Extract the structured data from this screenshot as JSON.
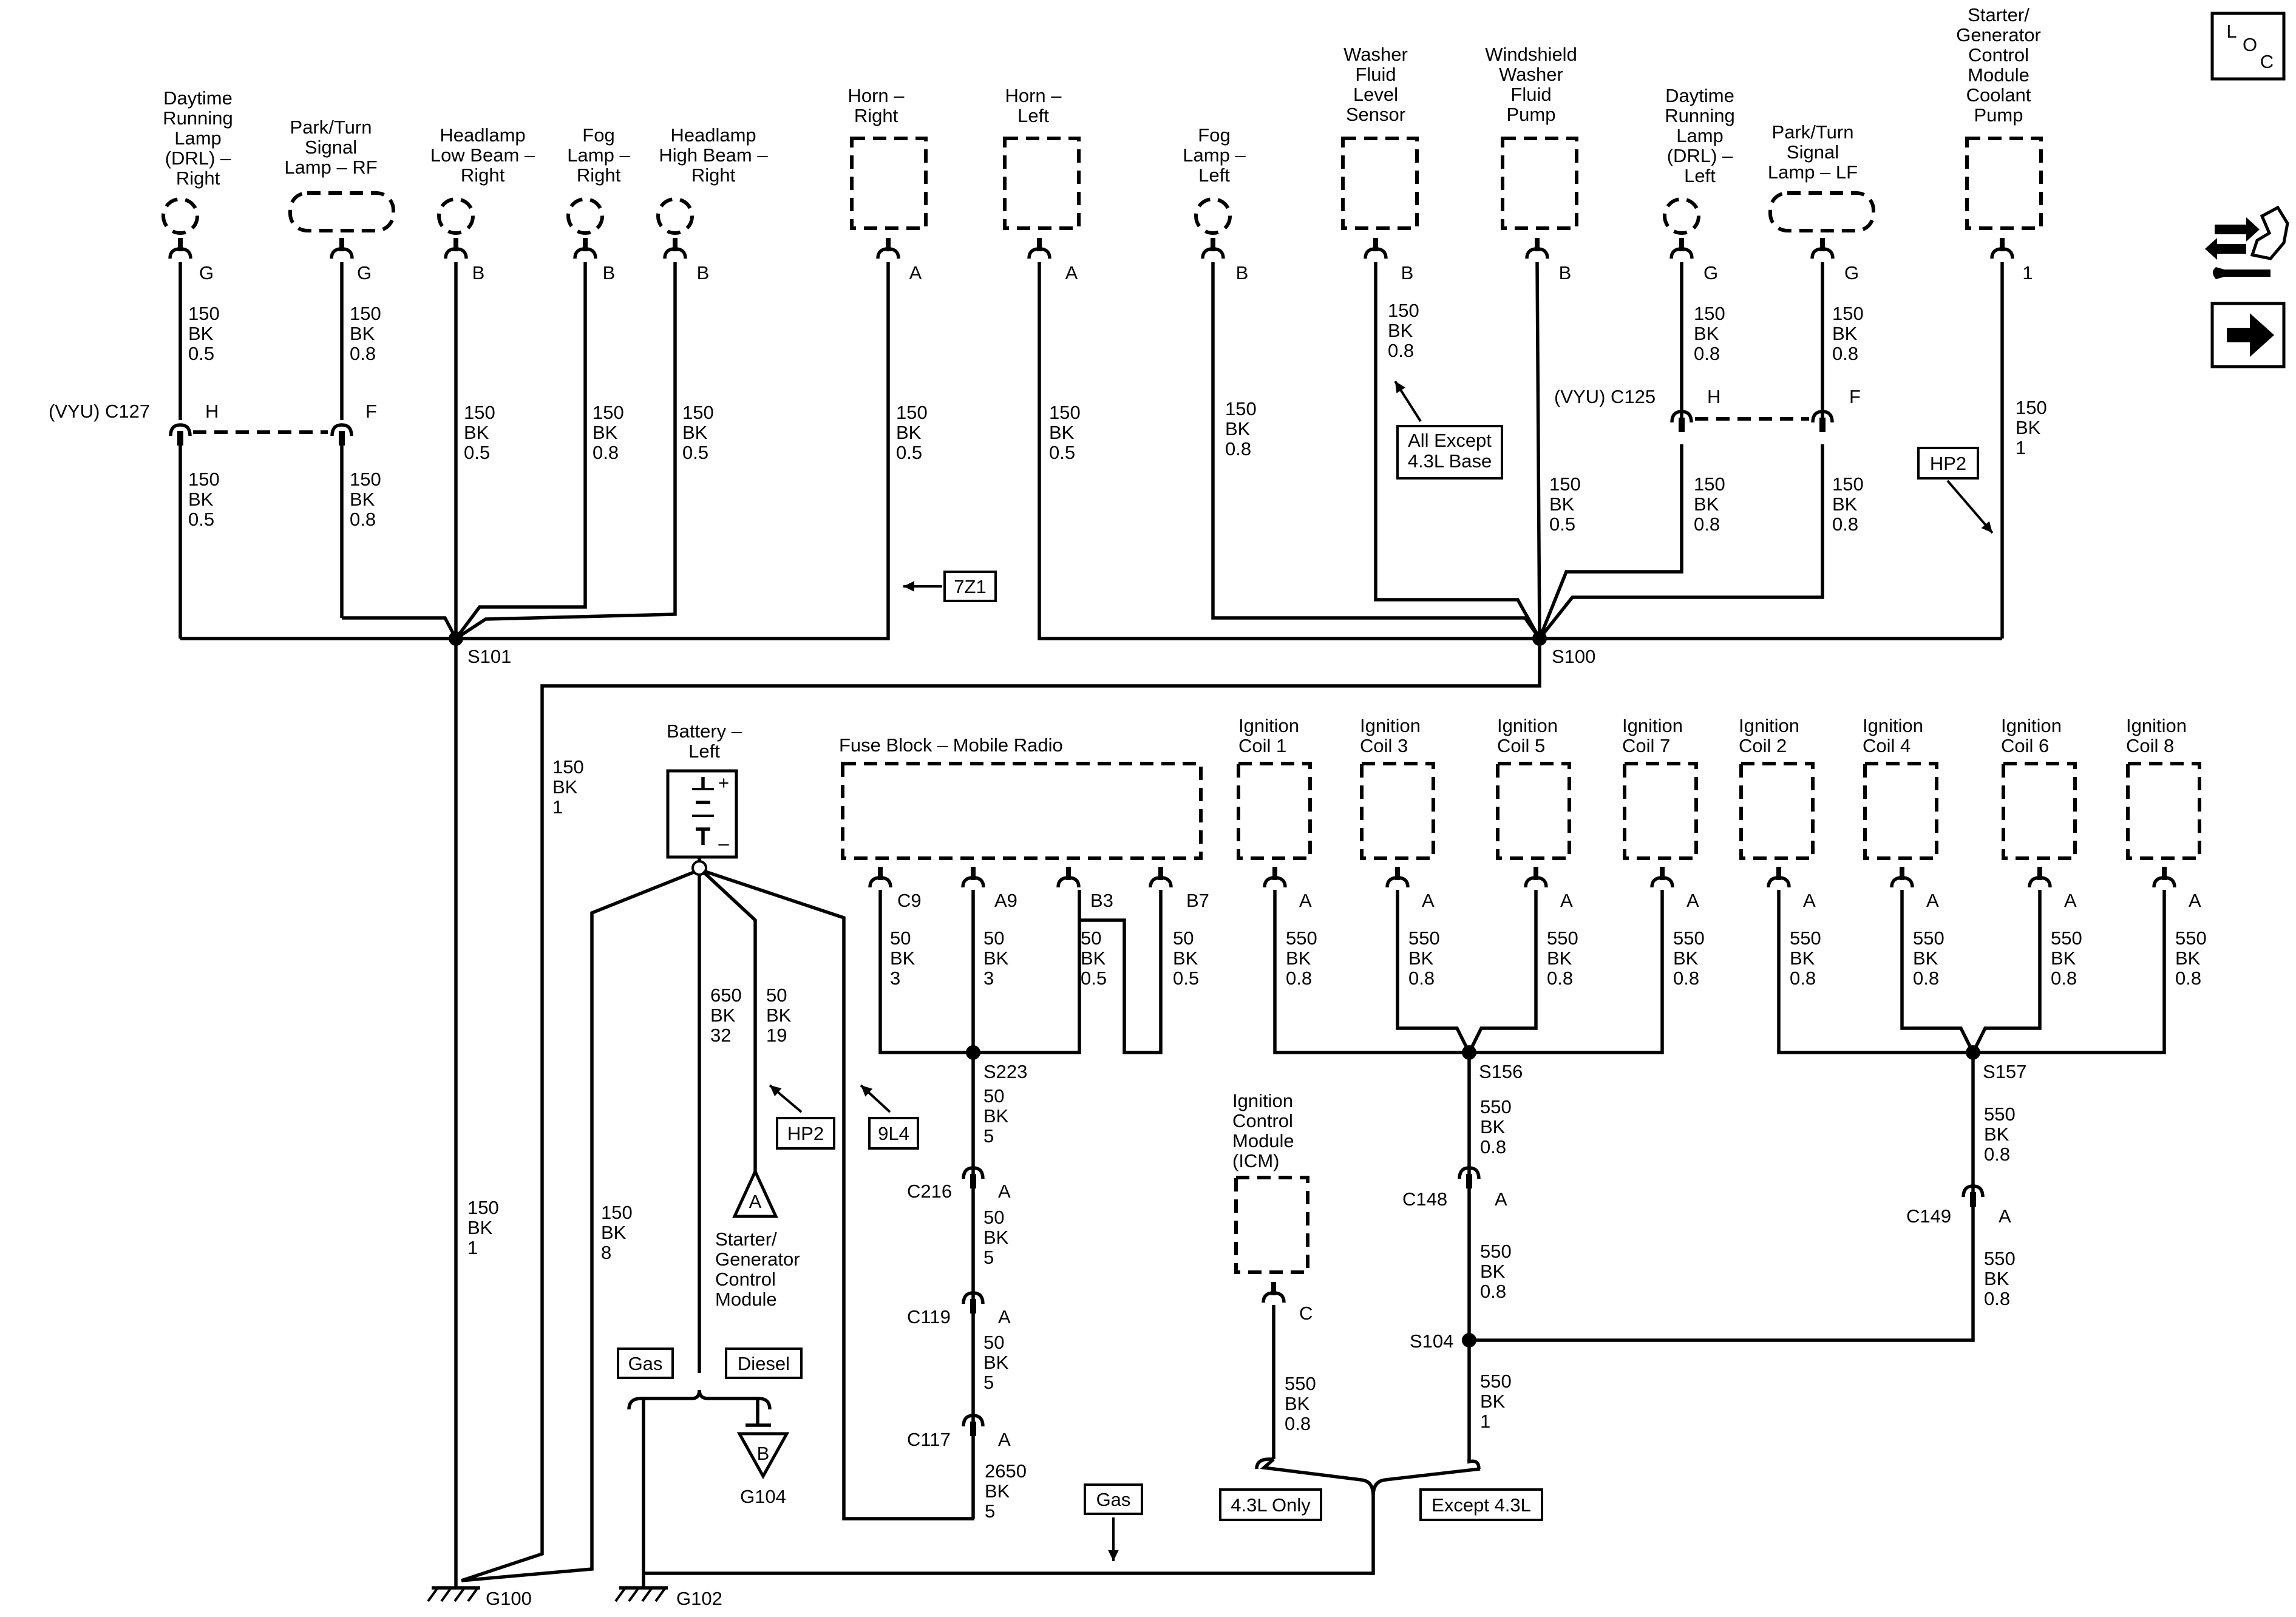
{
  "loc_icon": {
    "letters": [
      "L",
      "O",
      "C"
    ]
  },
  "side_icons": [
    "connector-tool-icon",
    "next-page-arrow-icon"
  ],
  "top_components": [
    {
      "label": [
        "Daytime",
        "Running",
        "Lamp",
        "(DRL) –",
        "Right"
      ],
      "pin": "G",
      "wire_top": [
        "150",
        "BK",
        "0.5"
      ],
      "wire_bottom": [
        "150",
        "BK",
        "0.5"
      ]
    },
    {
      "label": [
        "Park/Turn",
        "Signal",
        "Lamp – RF"
      ],
      "pin": "G",
      "wire_top": [
        "150",
        "BK",
        "0.8"
      ],
      "wire_bottom": [
        "150",
        "BK",
        "0.8"
      ]
    },
    {
      "label": [
        "Headlamp",
        "Low Beam –",
        "Right"
      ],
      "pin": "B",
      "wire": [
        "150",
        "BK",
        "0.5"
      ]
    },
    {
      "label": [
        "Fog",
        "Lamp –",
        "Right"
      ],
      "pin": "B",
      "wire": [
        "150",
        "BK",
        "0.8"
      ]
    },
    {
      "label": [
        "Headlamp",
        "High Beam –",
        "Right"
      ],
      "pin": "B",
      "wire": [
        "150",
        "BK",
        "0.5"
      ]
    },
    {
      "label": [
        "Horn –",
        "Right"
      ],
      "pin": "A",
      "wire": [
        "150",
        "BK",
        "0.5"
      ]
    },
    {
      "label": [
        "Horn –",
        "Left"
      ],
      "pin": "A",
      "wire": [
        "150",
        "BK",
        "0.5"
      ]
    },
    {
      "label": [
        "Fog",
        "Lamp –",
        "Left"
      ],
      "pin": "B",
      "wire": [
        "150",
        "BK",
        "0.8"
      ]
    },
    {
      "label": [
        "Washer",
        "Fluid",
        "Level",
        "Sensor"
      ],
      "pin": "B",
      "wire": [
        "150",
        "BK",
        "0.8"
      ]
    },
    {
      "label": [
        "Windshield",
        "Washer",
        "Fluid",
        "Pump"
      ],
      "pin": "B",
      "wire": [
        "150",
        "BK",
        "0.5"
      ]
    },
    {
      "label": [
        "Daytime",
        "Running",
        "Lamp",
        "(DRL) –",
        "Left"
      ],
      "pin": "G",
      "wire_top": [
        "150",
        "BK",
        "0.8"
      ],
      "wire_bottom": [
        "150",
        "BK",
        "0.8"
      ]
    },
    {
      "label": [
        "Park/Turn",
        "Signal",
        "Lamp – LF"
      ],
      "pin": "G",
      "wire_top": [
        "150",
        "BK",
        "0.8"
      ],
      "wire_bottom": [
        "150",
        "BK",
        "0.8"
      ]
    },
    {
      "label": [
        "Starter/",
        "Generator",
        "Control",
        "Module",
        "Coolant",
        "Pump"
      ],
      "pin": "1",
      "wire": [
        "150",
        "BK",
        "1"
      ]
    }
  ],
  "connectors": {
    "c127": {
      "label": "(VYU) C127",
      "pins": [
        "H",
        "F"
      ]
    },
    "c125": {
      "label": "(VYU) C125",
      "pins": [
        "H",
        "F"
      ]
    },
    "c216": {
      "label": "C216",
      "pin": "A"
    },
    "c119": {
      "label": "C119",
      "pin": "A"
    },
    "c117": {
      "label": "C117",
      "pin": "A"
    },
    "c148": {
      "label": "C148",
      "pin": "A"
    },
    "c149": {
      "label": "C149",
      "pin": "A"
    }
  },
  "splices": {
    "s101": "S101",
    "s100": "S100",
    "s223": "S223",
    "s156": "S156",
    "s157": "S157",
    "s104": "S104"
  },
  "grounds": {
    "g100": "G100",
    "g102": "G102",
    "g104": "G104"
  },
  "boxed_labels": {
    "all_except": [
      "All Except",
      "4.3L Base"
    ],
    "ref_7z1": "7Z1",
    "ref_hp2_top": "HP2",
    "ref_hp2_low": "HP2",
    "ref_9l4": "9L4",
    "gas_1": "Gas",
    "diesel": "Diesel",
    "gas_2": "Gas",
    "only_43": "4.3L Only",
    "except_43": "Except 4.3L"
  },
  "wires": {
    "s101_g100": [
      "150",
      "BK",
      "1"
    ],
    "s100_g100": [
      "150",
      "BK",
      "1"
    ],
    "batt_g100": [
      "150",
      "BK",
      "8"
    ],
    "batt_gas_diesel": [
      "650",
      "BK",
      "32"
    ],
    "batt_starter": [
      "50",
      "BK",
      "19"
    ],
    "s223_c216": [
      "50",
      "BK",
      "5"
    ],
    "c216_c119": [
      "50",
      "BK",
      "5"
    ],
    "c119_c117": [
      "50",
      "BK",
      "5"
    ],
    "c117_down": [
      "2650",
      "BK",
      "5"
    ],
    "s156_c148": [
      "550",
      "BK",
      "0.8"
    ],
    "c148_s104": [
      "550",
      "BK",
      "0.8"
    ],
    "s157_c149": [
      "550",
      "BK",
      "0.8"
    ],
    "c149_s104": [
      "550",
      "BK",
      "0.8"
    ],
    "s104_down": [
      "550",
      "BK",
      "1"
    ],
    "icm_down": [
      "550",
      "BK",
      "0.8"
    ]
  },
  "battery": {
    "label": [
      "Battery –",
      "Left"
    ],
    "plus": "+",
    "minus": "–"
  },
  "starter_module": {
    "letter": "A",
    "label": [
      "Starter/",
      "Generator",
      "Control",
      "Module"
    ]
  },
  "g104_letter": "B",
  "fuse_block": {
    "label": "Fuse Block – Mobile Radio",
    "pins": [
      {
        "pin": "C9",
        "wire": [
          "50",
          "BK",
          "3"
        ]
      },
      {
        "pin": "A9",
        "wire": [
          "50",
          "BK",
          "3"
        ]
      },
      {
        "pin": "B3",
        "wire": [
          "50",
          "BK",
          "0.5"
        ]
      },
      {
        "pin": "B7",
        "wire": [
          "50",
          "BK",
          "0.5"
        ]
      }
    ]
  },
  "coils": [
    {
      "label": [
        "Ignition",
        "Coil 1"
      ],
      "pin": "A",
      "wire": [
        "550",
        "BK",
        "0.8"
      ]
    },
    {
      "label": [
        "Ignition",
        "Coil 3"
      ],
      "pin": "A",
      "wire": [
        "550",
        "BK",
        "0.8"
      ]
    },
    {
      "label": [
        "Ignition",
        "Coil 5"
      ],
      "pin": "A",
      "wire": [
        "550",
        "BK",
        "0.8"
      ]
    },
    {
      "label": [
        "Ignition",
        "Coil 7"
      ],
      "pin": "A",
      "wire": [
        "550",
        "BK",
        "0.8"
      ]
    },
    {
      "label": [
        "Ignition",
        "Coil 2"
      ],
      "pin": "A",
      "wire": [
        "550",
        "BK",
        "0.8"
      ]
    },
    {
      "label": [
        "Ignition",
        "Coil 4"
      ],
      "pin": "A",
      "wire": [
        "550",
        "BK",
        "0.8"
      ]
    },
    {
      "label": [
        "Ignition",
        "Coil 6"
      ],
      "pin": "A",
      "wire": [
        "550",
        "BK",
        "0.8"
      ]
    },
    {
      "label": [
        "Ignition",
        "Coil 8"
      ],
      "pin": "A",
      "wire": [
        "550",
        "BK",
        "0.8"
      ]
    }
  ],
  "icm": {
    "label": [
      "Ignition",
      "Control",
      "Module",
      "(ICM)"
    ],
    "pin": "C"
  }
}
